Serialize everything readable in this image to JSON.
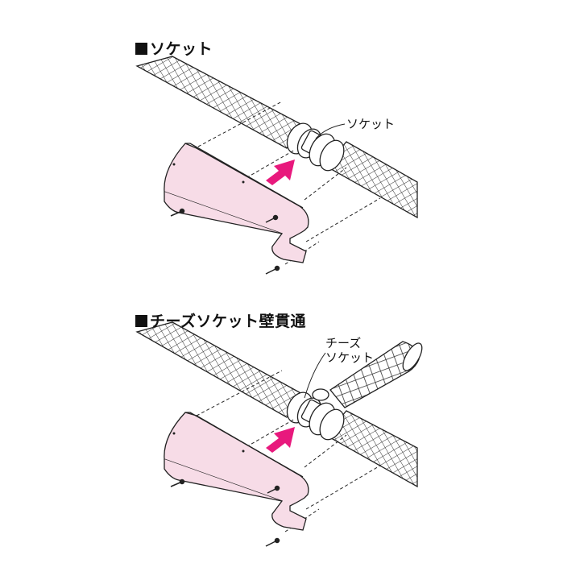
{
  "section1": {
    "title": "ソケット",
    "callout": "ソケット"
  },
  "section2": {
    "title": "チーズソケット壁貫通",
    "callout_line1": "チーズ",
    "callout_line2": "ソケット"
  },
  "colors": {
    "cover_fill": "#f7dce7",
    "arrow": "#e8197d",
    "line": "#222222"
  }
}
